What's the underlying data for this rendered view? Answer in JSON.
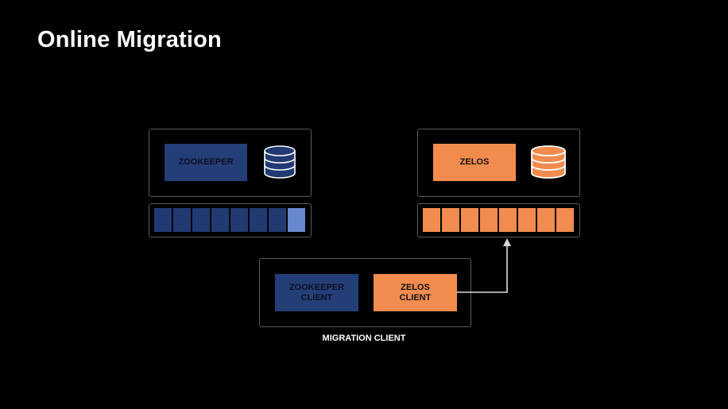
{
  "slide": {
    "title": "Online Migration"
  },
  "zookeeper": {
    "label": "ZOOKEEPER",
    "queue_cells": 8,
    "color": "#243e78",
    "highlight_color": "#6688cc",
    "db_icon": "database-icon"
  },
  "zelos": {
    "label": "ZELOS",
    "queue_cells": 8,
    "color": "#f28c4e",
    "db_icon": "database-icon"
  },
  "migration_client": {
    "zookeeper_client_label": "ZOOKEEPER\nCLIENT",
    "zelos_client_label": "ZELOS\nCLIENT",
    "caption": "MIGRATION CLIENT"
  }
}
